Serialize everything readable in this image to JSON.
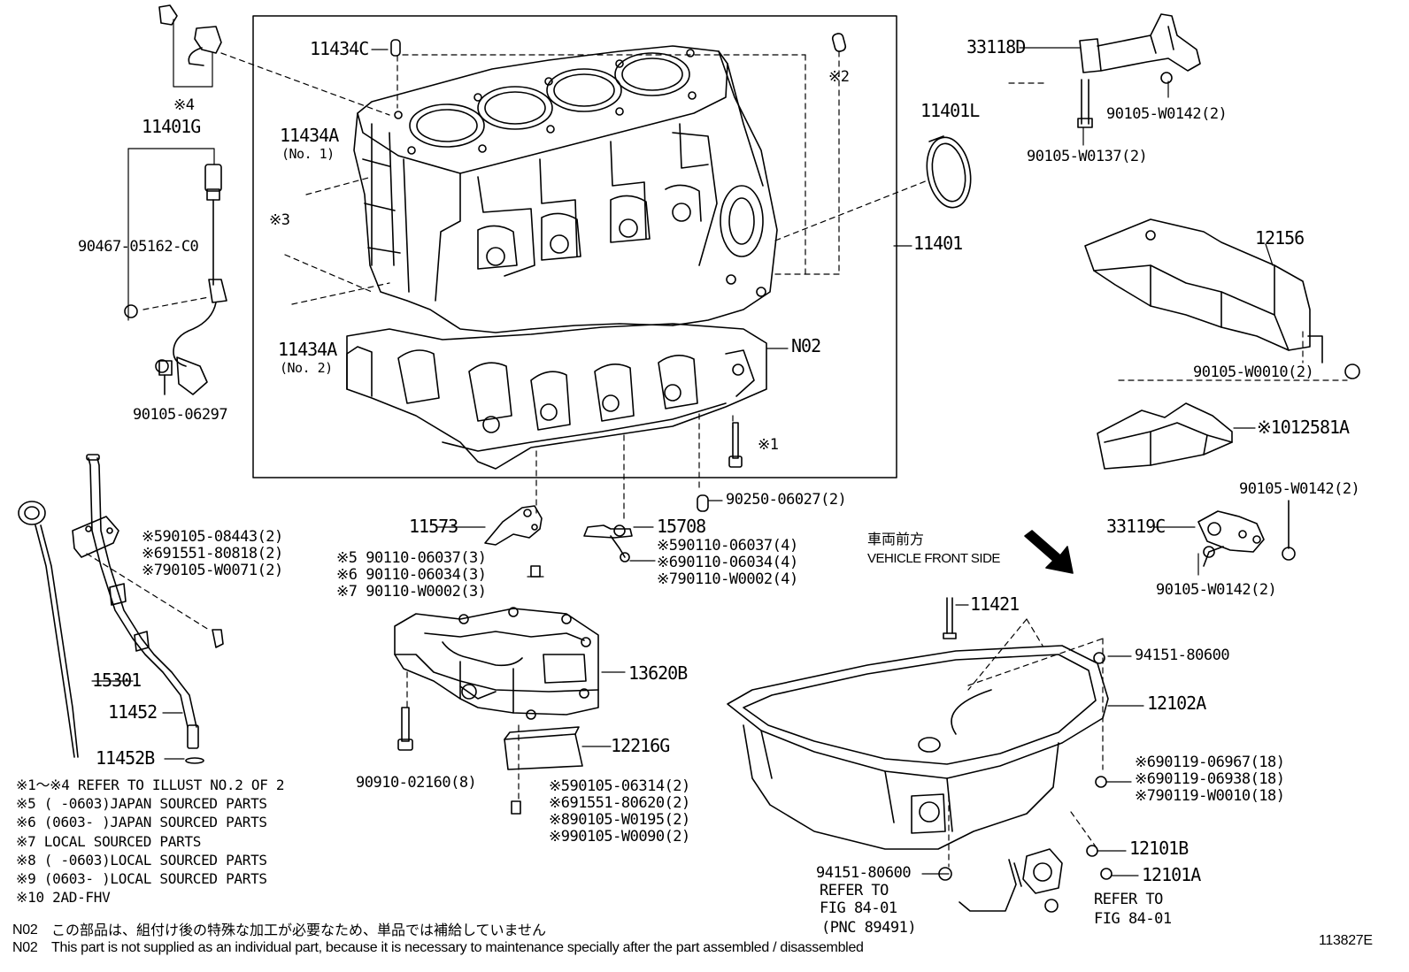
{
  "diagram_id": "113827E",
  "parts": {
    "p11434C": "11434C",
    "p2mark": "※2",
    "p11434A_1": "11434A",
    "p11434A_1_sub": "(No. 1)",
    "p3mark": "※3",
    "p11434A_2": "11434A",
    "p11434A_2_sub": "(No. 2)",
    "p4mark": "※4",
    "p11401G": "11401G",
    "p90467": "90467-05162-C0",
    "p90105_06297": "90105-06297",
    "p11401L": "11401L",
    "p11401": "11401",
    "pN02": "N02",
    "p1mark": "※1",
    "p90250": "90250-06027(2)",
    "p33118D": "33118D",
    "p90105_W0142a": "90105-W0142(2)",
    "p90105_W0137": "90105-W0137(2)",
    "p12156": "12156",
    "p90105_W0010": "90105-W0010(2)",
    "p12581A": "※1012581A",
    "p90105_W0142b": "90105-W0142(2)",
    "p33119C": "33119C",
    "p90105_W0142c": "90105-W0142(2)",
    "p11573": "11573",
    "p15708": "15708",
    "p15708_a": "※590110-06037(4)",
    "p15708_b": "※690110-06034(4)",
    "p15708_c": "※790110-W0002(4)",
    "p11573_a": "※5 90110-06037(3)",
    "p11573_b": "※6 90110-06034(3)",
    "p11573_c": "※7 90110-W0002(3)",
    "p15301_a": "※590105-08443(2)",
    "p15301_b": "※691551-80818(2)",
    "p15301_c": "※790105-W0071(2)",
    "p15301": "15301",
    "p11452": "11452",
    "p11452B": "11452B",
    "p13620B": "13620B",
    "p12216G": "12216G",
    "p90910": "90910-02160(8)",
    "p12216_a": "※590105-06314(2)",
    "p12216_b": "※691551-80620(2)",
    "p12216_c": "※890105-W0195(2)",
    "p12216_d": "※990105-W0090(2)",
    "front_jp": "車両前方",
    "front_en": "VEHICLE FRONT SIDE",
    "p11421": "11421",
    "p94151a": "94151-80600",
    "p12102A": "12102A",
    "p12102_a": "※690119-06967(18)",
    "p12102_b": "※690119-06938(18)",
    "p12102_c": "※790119-W0010(18)",
    "p12101B": "12101B",
    "p12101A": "12101A",
    "p94151b": "94151-80600",
    "refer1": "REFER TO",
    "refer1b": "FIG 84-01",
    "refer1c": "(PNC 89491)",
    "refer2": "REFER TO",
    "refer2b": "FIG 84-01"
  },
  "notes": [
    "※1～※4 REFER TO ILLUST NO.2 OF 2",
    "※5 (     -0603)JAPAN SOURCED PARTS",
    "※6 (0603-     )JAPAN SOURCED PARTS",
    "※7 LOCAL SOURCED PARTS",
    "※8 (     -0603)LOCAL SOURCED PARTS",
    "※9 (0603-     )LOCAL SOURCED PARTS",
    "※10 2AD-FHV"
  ],
  "footnotes": {
    "jp_code": "N02",
    "jp_text": "この部品は、組付け後の特殊な加工が必要なため、単品では補給していません",
    "en_code": "N02",
    "en_text": "This part is not supplied as an individual part, because it is necessary to maintenance specially after the part assembled / disassembled"
  }
}
